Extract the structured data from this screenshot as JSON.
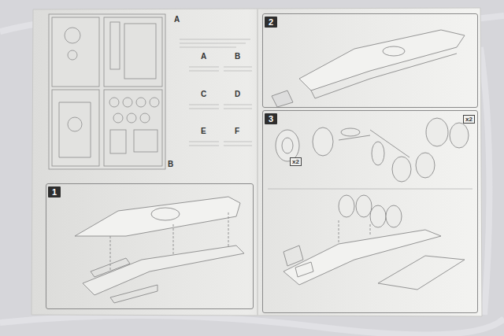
{
  "diagram": {
    "nodes": [
      {
        "text": [
          "1"
        ]
      },
      {
        "text": [
          "2"
        ]
      },
      {
        "text": [
          "3"
        ]
      }
    ],
    "labels": [
      "A",
      "B",
      "A",
      "B",
      "C",
      "D",
      "E",
      "F",
      "x2",
      "x2"
    ]
  }
}
